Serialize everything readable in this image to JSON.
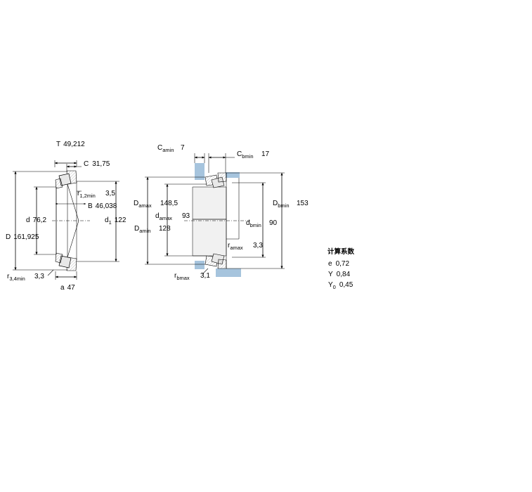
{
  "colors": {
    "line": "#000000",
    "abutment_fill": "#a6c4dd",
    "section_fill": "#d4d4d4",
    "background": "#ffffff"
  },
  "left_view": {
    "T": {
      "symbol": "T",
      "value": "49,212"
    },
    "C": {
      "symbol": "C",
      "value": "31,75"
    },
    "r12": {
      "symbol": "r",
      "subscript": "1,2min",
      "value": "3,5"
    },
    "B": {
      "symbol": "B",
      "value": "46,038"
    },
    "d": {
      "symbol": "d",
      "value": "76,2"
    },
    "d1": {
      "symbol": "d",
      "subscript": "1",
      "value": "122"
    },
    "D": {
      "symbol": "D",
      "value": "161,925"
    },
    "r34": {
      "symbol": "r",
      "subscript": "3,4min",
      "value": "3,3"
    },
    "a": {
      "symbol": "a",
      "value": "47"
    }
  },
  "right_view": {
    "Ca": {
      "symbol": "C",
      "subscript": "amin",
      "value": "7"
    },
    "Cb": {
      "symbol": "C",
      "subscript": "bmin",
      "value": "17"
    },
    "Da_max": {
      "symbol": "D",
      "subscript": "amax",
      "value": "148,5"
    },
    "da_max": {
      "symbol": "d",
      "subscript": "amax",
      "value": "93"
    },
    "Da_min": {
      "symbol": "D",
      "subscript": "amin",
      "value": "128"
    },
    "Db_min": {
      "symbol": "D",
      "subscript": "bmin",
      "value": "153"
    },
    "db_min": {
      "symbol": "d",
      "subscript": "bmin",
      "value": "90"
    },
    "ra_max": {
      "symbol": "r",
      "subscript": "amax",
      "value": "3,3"
    },
    "rb_max": {
      "symbol": "r",
      "subscript": "bmax",
      "value": "3,1"
    }
  },
  "factors": {
    "heading": "计算系数",
    "e": {
      "symbol": "e",
      "value": "0,72"
    },
    "Y": {
      "symbol": "Y",
      "value": "0,84"
    },
    "Y0": {
      "symbol": "Y",
      "subscript": "0",
      "value": "0,45"
    }
  }
}
